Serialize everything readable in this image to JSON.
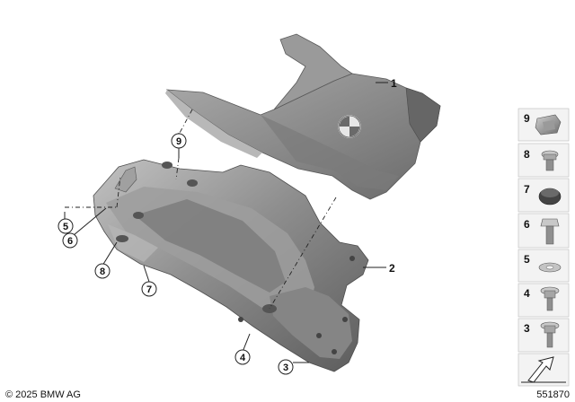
{
  "callouts": {
    "c1": "1",
    "c2": "2",
    "c3": "3",
    "c4": "4",
    "c5": "5",
    "c6": "6",
    "c7": "7",
    "c8": "8",
    "c9": "9"
  },
  "legend": {
    "items": [
      {
        "number": "9",
        "part": "nut-clip-icon"
      },
      {
        "number": "8",
        "part": "collar-screw-icon"
      },
      {
        "number": "7",
        "part": "rubber-grommet-icon"
      },
      {
        "number": "6",
        "part": "hex-bolt-icon"
      },
      {
        "number": "5",
        "part": "washer-icon"
      },
      {
        "number": "4",
        "part": "flange-screw-icon"
      },
      {
        "number": "3",
        "part": "flange-screw-icon"
      }
    ],
    "direction_icon": "forward-arrow-icon"
  },
  "footer": {
    "copyright": "© 2025 BMW AG",
    "diagram_id": "551870"
  },
  "colors": {
    "part_dark": "#6e6e6e",
    "part_mid": "#8f8f8f",
    "part_light": "#b4b4b4",
    "legend_box": "#f3f3f3",
    "line": "#222222"
  }
}
